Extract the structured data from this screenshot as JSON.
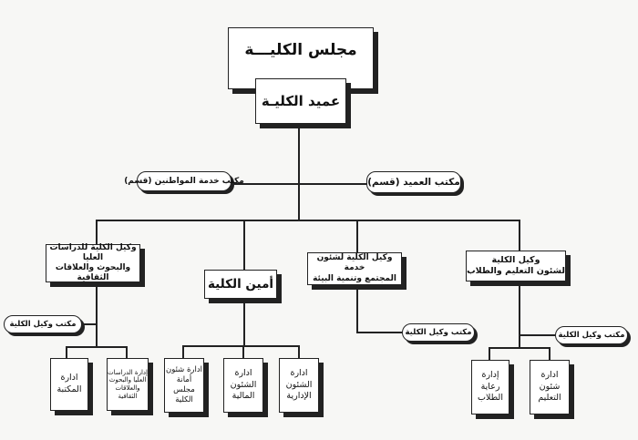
{
  "council": "مجلس الكليـــة",
  "dean": "عميد الكليـة",
  "dean_office": "مكتب العميد (قسم)",
  "citizen_service_office": "مكتب خدمة المواطنين (قسم)",
  "vice_grad": [
    "وكيل الكلية للدراسات العليا",
    "والبحوث والعلاقات الثقافية"
  ],
  "college_secretary": "أمين الكلية",
  "vice_community": [
    "وكيل الكلية لشئون خدمة",
    "المجتمع وتنمية البيئة"
  ],
  "vice_education": [
    "وكيل الكلية",
    "لشئون التعليم والطلاب"
  ],
  "vice_office_label": "مكتب وكيل الكلية",
  "departments": {
    "library": [
      "ادارة",
      "المكتبة"
    ],
    "grad_studies": [
      "إدارة الدراسات",
      "العليا والبحوث",
      "والعلاقات",
      "الثقافية"
    ],
    "council_secretariat": [
      "ادارة شئون",
      "أمانة",
      "مجلس",
      "الكلية"
    ],
    "financial": [
      "ادارة",
      "الشئون",
      "المالية"
    ],
    "administrative": [
      "ادارة",
      "الشئون",
      "الإدارية"
    ],
    "student_care": [
      "إدارة",
      "رعاية",
      "الطلاب"
    ],
    "education_affairs": [
      "ادارة",
      "شئون",
      "التعليم"
    ]
  }
}
